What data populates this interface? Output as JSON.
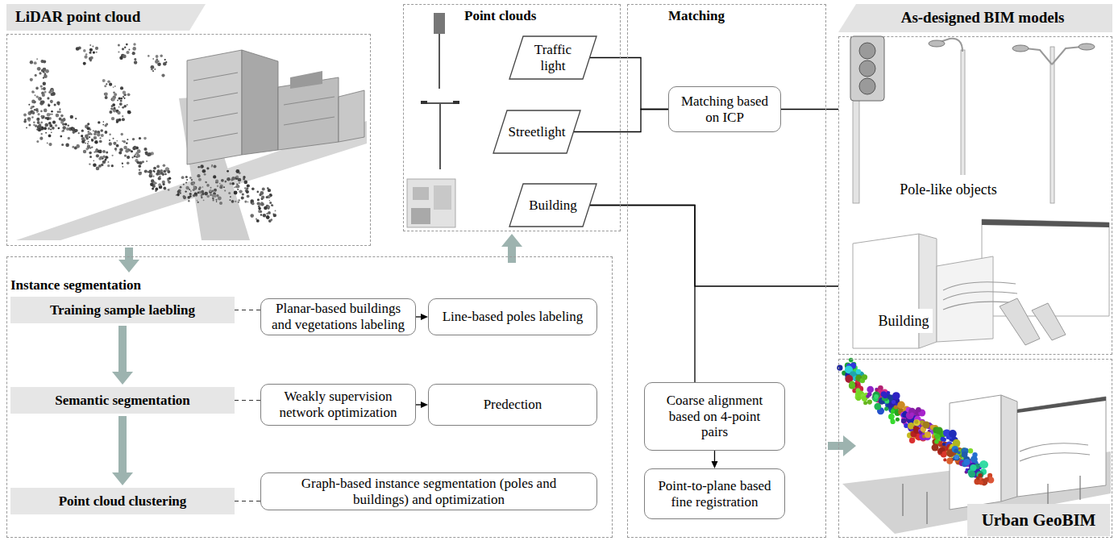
{
  "diagram": {
    "nodes": [
      {
        "text": [
          "LiDAR point cloud"
        ]
      },
      {
        "text": [
          "Point clouds"
        ]
      },
      {
        "text": [
          "Traffic light"
        ],
        "in": 1
      },
      {
        "text": [
          "Streetlight"
        ],
        "in": 1
      },
      {
        "text": [
          "Building"
        ],
        "in": 1
      },
      {
        "text": [
          "Matching"
        ]
      },
      {
        "text": [
          "Matching based on ICP"
        ],
        "in": 5
      },
      {
        "text": [
          "Coarse alignment based on 4-point pairs"
        ],
        "in": 5
      },
      {
        "text": [
          "Point-to-plane based fine registration"
        ],
        "in": 5
      },
      {
        "text": [
          "As-designed BIM models"
        ]
      },
      {
        "text": [
          "Urban GeoBIM"
        ]
      },
      {
        "text": [
          "Instance segmentation"
        ]
      },
      {
        "text": [
          "Training sample laebling"
        ],
        "in": 11
      },
      {
        "text": [
          "Planar-based buildings and vegetations labeling"
        ],
        "in": 11
      },
      {
        "text": [
          "Line-based poles labeling"
        ],
        "in": 11
      },
      {
        "text": [
          "Semantic segmentation"
        ],
        "in": 11
      },
      {
        "text": [
          "Weakly supervision network optimization"
        ],
        "in": 11
      },
      {
        "text": [
          "Predection"
        ],
        "in": 11
      },
      {
        "text": [
          "Point cloud clustering"
        ],
        "in": 11
      },
      {
        "text": [
          "Graph-based instance segmentation (poles and buildings) and optimization"
        ],
        "in": 11
      }
    ],
    "edges": [
      {
        "from": 0,
        "to": 11,
        "arrow": "to"
      },
      {
        "from": 11,
        "to": 1,
        "arrow": "to"
      },
      {
        "from": 2,
        "to": 6,
        "arrow": "none"
      },
      {
        "from": 3,
        "to": 6,
        "arrow": "none"
      },
      {
        "from": 6,
        "to": 9,
        "arrow": "none"
      },
      {
        "from": 4,
        "to": 7,
        "arrow": "none"
      },
      {
        "from": 4,
        "to": 9,
        "arrow": "none"
      },
      {
        "from": 7,
        "to": 8,
        "arrow": "to"
      },
      {
        "from": 5,
        "to": 10,
        "arrow": "to"
      },
      {
        "from": 12,
        "to": 15,
        "arrow": "to"
      },
      {
        "from": 15,
        "to": 18,
        "arrow": "to"
      },
      {
        "from": 12,
        "to": 13,
        "arrow": "none"
      },
      {
        "from": 13,
        "to": 14,
        "arrow": "to"
      },
      {
        "from": 15,
        "to": 16,
        "arrow": "none"
      },
      {
        "from": 16,
        "to": 17,
        "arrow": "to"
      },
      {
        "from": 18,
        "to": 19,
        "arrow": "none"
      }
    ],
    "labels": [
      "Pole-like objects",
      "Building"
    ]
  }
}
